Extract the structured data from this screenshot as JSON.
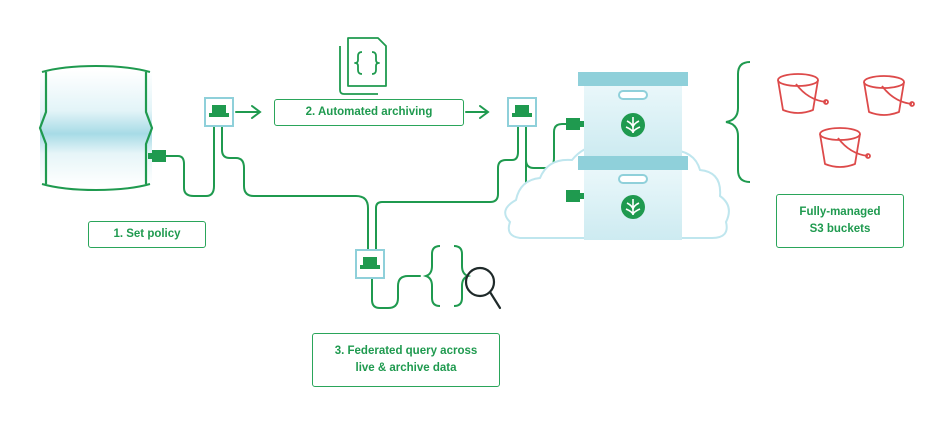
{
  "labels": {
    "set_policy": "1. Set policy",
    "automated_archiving": "2. Automated archiving",
    "federated_query_line1": "3. Federated query across",
    "federated_query_line2": "live & archive data",
    "buckets_line1": "Fully-managed",
    "buckets_line2": "S3 buckets"
  },
  "colors": {
    "green": "#1f9a4f",
    "connector_frame": "#8fd0da",
    "database_teal": "#9ad7e2",
    "archive_box": "#d7f0f5",
    "cloud": "#bfe6ee",
    "bucket_red": "#dd4a4a"
  },
  "icons": [
    "database-icon",
    "policy-document-icon",
    "archive-box-icon",
    "cloud-icon",
    "s3-bucket-icon",
    "search-icon",
    "brace-icon",
    "plug-connector-icon"
  ]
}
